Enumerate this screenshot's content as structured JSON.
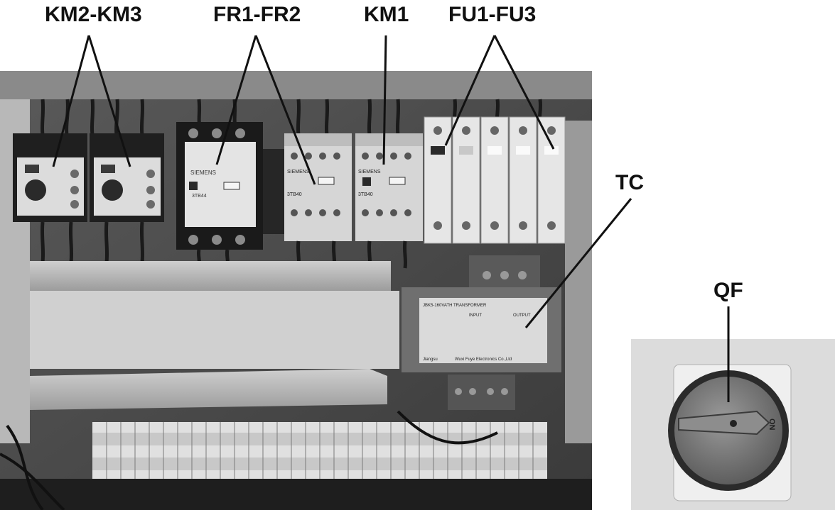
{
  "labels": {
    "km2_km3": "KM2-KM3",
    "fr1_fr2": "FR1-FR2",
    "km1": "KM1",
    "fu1_fu3": "FU1-FU3",
    "tc": "TC",
    "qf": "QF"
  },
  "component_text": {
    "siemens": "SIEMENS",
    "siemens_small": "SIEMENS",
    "model_3th80": "3TB40",
    "model_3th84": "3TB44",
    "model_3tb40b": "3TB40",
    "transformer_header": "JBK5-160VATH TRANSFORMER",
    "transformer_input": "INPUT",
    "transformer_output": "OUTPUT",
    "transformer_maker": "Wuxi Fuye Electronics Co.,Ltd",
    "transformer_origin": "Jiangsu",
    "switch_on": "ON"
  },
  "colors": {
    "panel_bg": "#4a4a4a",
    "component_light": "#d8d8d8",
    "component_dark": "#2a2a2a",
    "duct": "#b5b5b5",
    "transformer": "#7a7a7a",
    "switch_plate": "#e2e2e2",
    "switch_knob": "#7d7d7d"
  }
}
